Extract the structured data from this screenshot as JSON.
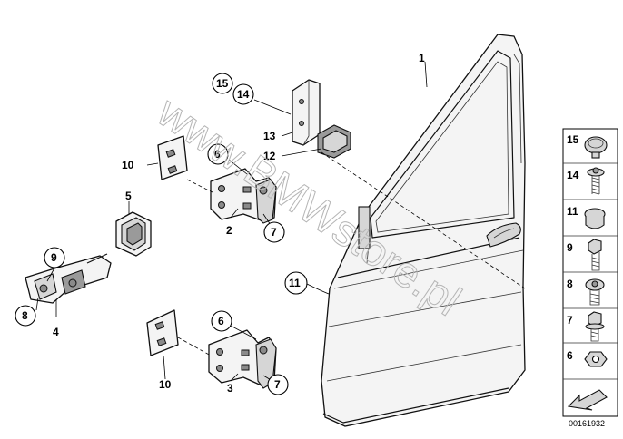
{
  "watermark": "www.BMWstore.pl",
  "diagram_number": "00161932",
  "callouts": {
    "c1": "1",
    "c2": "2",
    "c3": "3",
    "c4": "4",
    "c5": "5",
    "c6a": "6",
    "c6b": "6",
    "c7a": "7",
    "c7b": "7",
    "c8": "8",
    "c9": "9",
    "c10a": "10",
    "c10b": "10",
    "c11": "11",
    "c12": "12",
    "c13": "13",
    "c14": "14",
    "c15": "15"
  },
  "legend": {
    "items": [
      "15",
      "14",
      "11",
      "9",
      "8",
      "7",
      "6"
    ],
    "icons": [
      "cap-plug-icon",
      "screw-with-washer-icon",
      "clip-nut-icon",
      "hex-bolt-icon",
      "torx-bolt-icon",
      "flange-bolt-icon",
      "hex-nut-icon"
    ]
  },
  "colors": {
    "line": "#000000",
    "part_fill": "#f4f4f4",
    "shade": "#9a9a9a",
    "watermark": "#b5b5b5"
  }
}
